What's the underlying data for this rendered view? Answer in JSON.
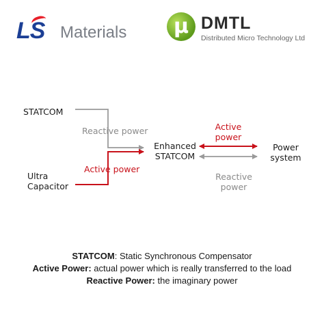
{
  "logos": {
    "ls_mark": "LS",
    "ls_name": "Materials",
    "dmtl_symbol": "μ",
    "dmtl_name": "DMTL",
    "dmtl_tagline": "Distributed Micro Technology Ltd"
  },
  "diagram": {
    "statcom": "STATCOM",
    "ultra_line1": "Ultra",
    "ultra_line2": "Capacitor",
    "reactive_power_in": "Reactive power",
    "active_power_in": "Active power",
    "enhanced_line1": "Enhanced",
    "enhanced_line2": "STATCOM",
    "active_power_out_line1": "Active",
    "active_power_out_line2": "power",
    "reactive_power_out_line1": "Reactive",
    "reactive_power_out_line2": "power",
    "power_system_line1": "Power",
    "power_system_line2": "system"
  },
  "definitions": [
    {
      "term": "STATCOM",
      "sep": ":",
      "text": " Static Synchronous Compensator"
    },
    {
      "term": "Active Power:",
      "sep": "",
      "text": " actual power which is really transferred to the load"
    },
    {
      "term": "Reactive Power:",
      "sep": "",
      "text": " the imaginary power"
    }
  ],
  "colors": {
    "active": "#c8111a",
    "reactive": "#9a9a9a",
    "ls_blue": "#1c3f95",
    "dmtl_green": "#5e9b1c"
  }
}
